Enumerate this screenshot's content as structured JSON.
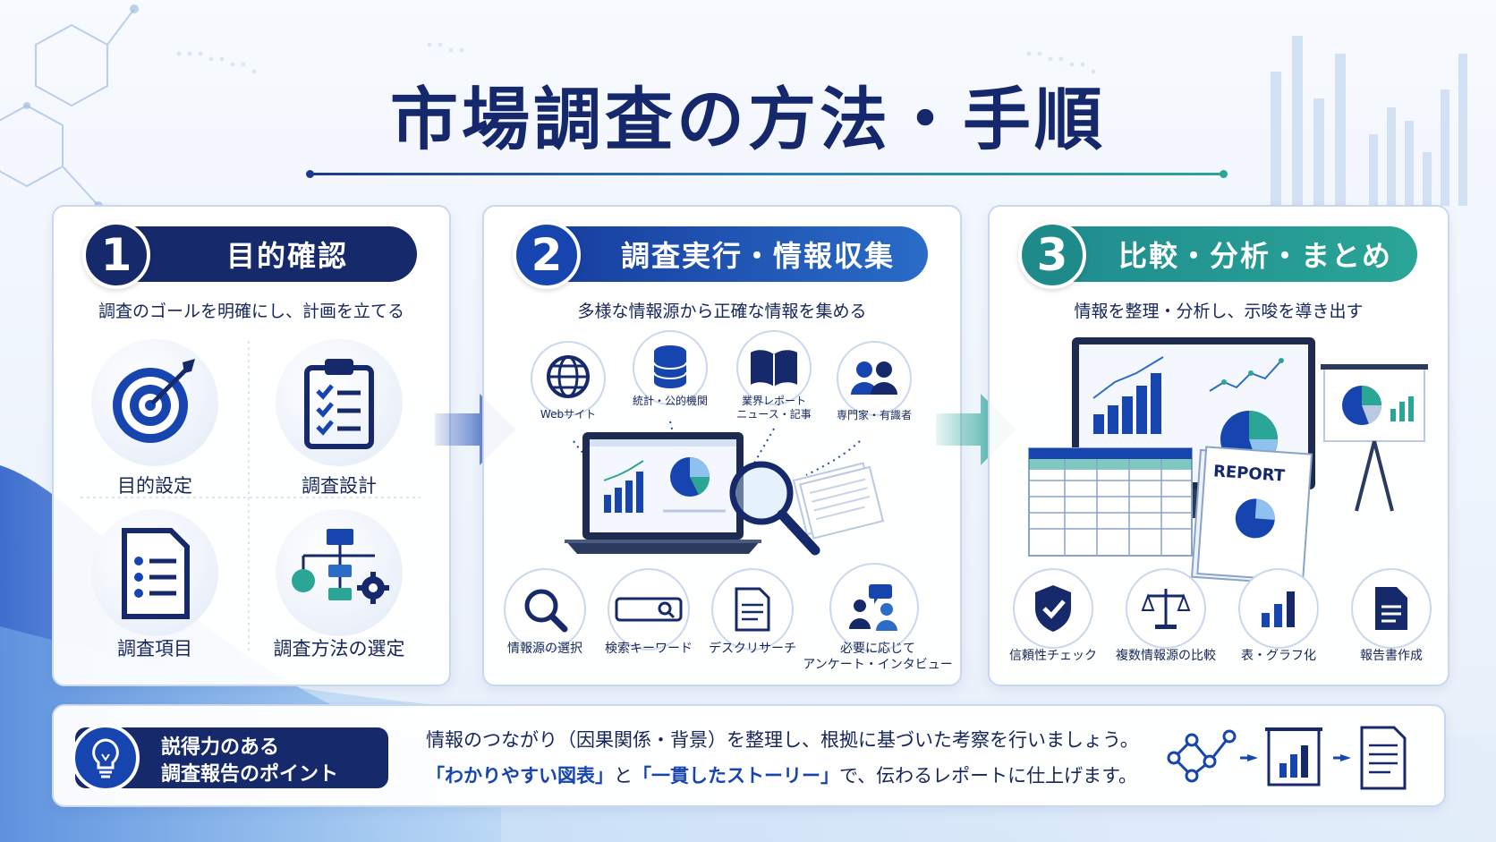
{
  "title": "市場調査の方法・手順",
  "steps": [
    {
      "number": "1",
      "label": "目的確認",
      "subtitle": "調査のゴールを明確にし、計画を立てる",
      "items": [
        {
          "label": "目的設定",
          "icon": "target-icon"
        },
        {
          "label": "調査設計",
          "icon": "clipboard-checklist-icon"
        },
        {
          "label": "調査項目",
          "icon": "list-document-icon"
        },
        {
          "label": "調査方法の選定",
          "icon": "flowchart-gear-icon"
        }
      ]
    },
    {
      "number": "2",
      "label": "調査実行・情報収集",
      "subtitle": "多様な情報源から正確な情報を集める",
      "sources": [
        {
          "label": "Webサイト",
          "icon": "globe-icon"
        },
        {
          "label": "統計・公的機関",
          "icon": "database-icon"
        },
        {
          "label": "業界レポート\nニュース・記事",
          "icon": "book-icon"
        },
        {
          "label": "専門家・有識者",
          "icon": "people-icon"
        }
      ],
      "actions": [
        {
          "label": "情報源の選択",
          "icon": "magnifier-icon"
        },
        {
          "label": "検索キーワード",
          "icon": "search-bar-icon"
        },
        {
          "label": "デスクリサーチ",
          "icon": "document-icon"
        },
        {
          "label": "必要に応じて\nアンケート・インタビュー",
          "icon": "interview-icon"
        }
      ]
    },
    {
      "number": "3",
      "label": "比較・分析・まとめ",
      "subtitle": "情報を整理・分析し、示唆を導き出す",
      "report_text": "REPORT",
      "actions": [
        {
          "label": "信頼性チェック",
          "icon": "shield-check-icon"
        },
        {
          "label": "複数情報源の比較",
          "icon": "scale-icon"
        },
        {
          "label": "表・グラフ化",
          "icon": "bar-chart-icon"
        },
        {
          "label": "報告書作成",
          "icon": "report-doc-icon"
        }
      ]
    }
  ],
  "point": {
    "badge_line1": "説得力のある",
    "badge_line2": "調査報告のポイント",
    "line1": "情報のつながり（因果関係・背景）を整理し、根拠に基づいた考察を行いましょう。",
    "line2_hl1": "「わかりやすい図表」",
    "line2_mid": "と",
    "line2_hl2": "「一貫したストーリー」",
    "line2_end": "で、伝わるレポートに仕上げます。"
  },
  "colors": {
    "navy": "#16296b",
    "blue": "#1745b0",
    "teal": "#2aa596"
  }
}
